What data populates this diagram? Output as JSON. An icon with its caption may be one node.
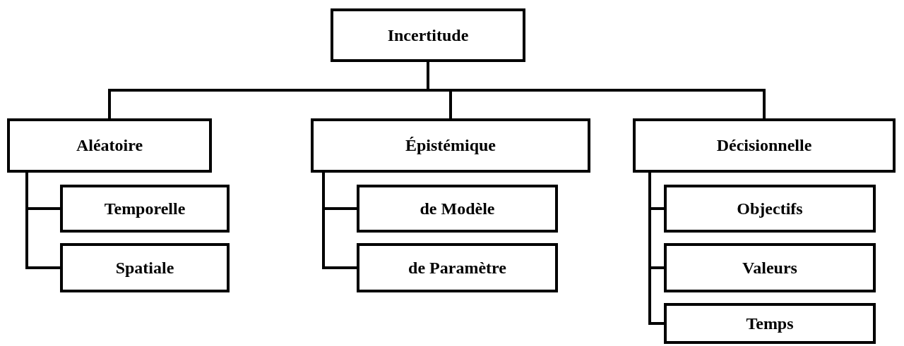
{
  "diagram": {
    "nodes": [
      {
        "text": [
          "Incertitude"
        ]
      },
      {
        "text": [
          "Aléatoire"
        ]
      },
      {
        "text": [
          "Épistémique"
        ]
      },
      {
        "text": [
          "Décisionnelle"
        ]
      },
      {
        "text": [
          "Temporelle"
        ]
      },
      {
        "text": [
          "Spatiale"
        ]
      },
      {
        "text": [
          "de Modèle"
        ]
      },
      {
        "text": [
          "de Paramètre"
        ]
      },
      {
        "text": [
          "Objectifs"
        ]
      },
      {
        "text": [
          "Valeurs"
        ]
      },
      {
        "text": [
          "Temps"
        ]
      }
    ],
    "edges": [
      {
        "from": 0,
        "to": 1,
        "arrow": "none"
      },
      {
        "from": 0,
        "to": 2,
        "arrow": "none"
      },
      {
        "from": 0,
        "to": 3,
        "arrow": "none"
      },
      {
        "from": 1,
        "to": 4,
        "arrow": "none"
      },
      {
        "from": 1,
        "to": 5,
        "arrow": "none"
      },
      {
        "from": 2,
        "to": 6,
        "arrow": "none"
      },
      {
        "from": 2,
        "to": 7,
        "arrow": "none"
      },
      {
        "from": 3,
        "to": 8,
        "arrow": "none"
      },
      {
        "from": 3,
        "to": 9,
        "arrow": "none"
      },
      {
        "from": 3,
        "to": 10,
        "arrow": "none"
      }
    ]
  }
}
